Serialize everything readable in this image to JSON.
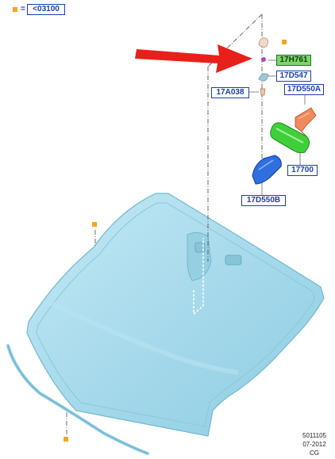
{
  "reference": {
    "equals_sign": "=",
    "code": "<03100"
  },
  "labels": {
    "sensor": "17H761",
    "clip": "17D547",
    "screw": "17A038",
    "cover_upper": "17D550A",
    "mirror": "17700",
    "cover_lower": "17D550B"
  },
  "footer": {
    "doc_number": "5011105",
    "date": "07-2012",
    "initials": "CG"
  },
  "colors": {
    "reference_square": "#f5a623",
    "highlight_arrow": "#e8201c",
    "label_blue": "#1a3fb0",
    "label_green_fill": "#7ed46b",
    "glass": "#a9dcec",
    "mirror_green": "#3fcf3a",
    "cover_orange": "#f08a5a",
    "cover_blue": "#2f6fe0"
  }
}
